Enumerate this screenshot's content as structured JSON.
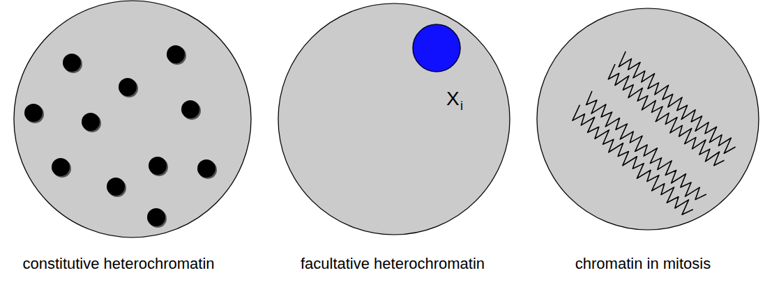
{
  "diagram": {
    "nodes": [
      {
        "text": [
          "constitutive heterochromatin"
        ]
      },
      {
        "text": [
          "facultative heterochromatin"
        ]
      },
      {
        "text": [
          "chromatin in mitosis"
        ]
      }
    ],
    "labels": [
      "X",
      "i"
    ]
  }
}
